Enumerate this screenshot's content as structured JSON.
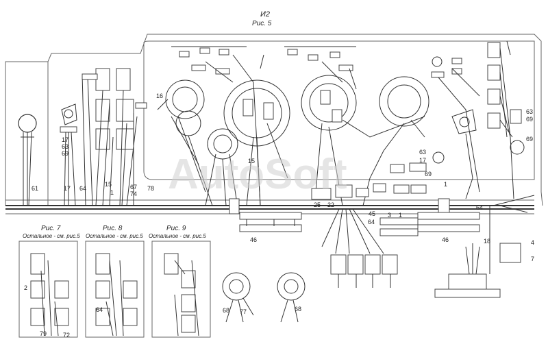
{
  "header": {
    "sheet_code": "И2",
    "figure_caption": "Рис. 5"
  },
  "watermark": "AutoSoft",
  "sub_figures": [
    {
      "caption": "Рис. 7",
      "note": "Остальное - см. рис.5"
    },
    {
      "caption": "Рис. 8",
      "note": "Остальное - см. рис.5"
    },
    {
      "caption": "Рис. 9",
      "note": "Остальное - см. рис.5"
    }
  ],
  "callouts": {
    "c61": "61",
    "c17a": "17",
    "c63a": "63",
    "c69a": "69",
    "c64a": "64",
    "c15a": "15",
    "c1a": "1",
    "c67": "67",
    "c74": "74",
    "c78": "78",
    "c17b": "17",
    "c16": "16",
    "c15b": "15",
    "c63b": "63",
    "c17c": "17",
    "c69b": "69",
    "c1b": "1",
    "c63c": "63",
    "c69c": "69",
    "c69d": "69",
    "c45": "45",
    "c3": "3",
    "c1c": "1",
    "c64b": "64",
    "c64c": "64",
    "c25": "25",
    "c22": "22",
    "c46a": "46",
    "c46b": "46",
    "c18": "18",
    "c4": "4",
    "c7": "7",
    "c2": "2",
    "c79": "79",
    "c72": "72",
    "c64d": "64",
    "c68a": "68",
    "c77": "77",
    "c68b": "68"
  }
}
